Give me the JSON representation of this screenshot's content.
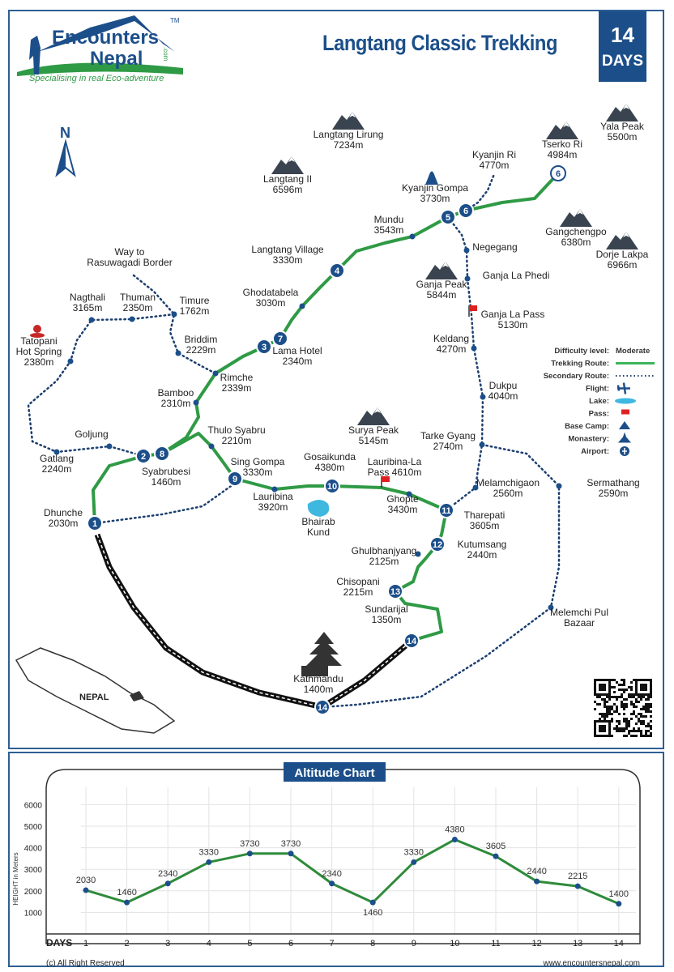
{
  "header": {
    "brand_line1": "Encounters",
    "brand_line2": "Nepal",
    "brand_suffix": ".com",
    "brand_tm": "TM",
    "tagline": "Specialising in real Eco-adventure",
    "title": "Langtang Classic Trekking",
    "days_number": "14",
    "days_label": "DAYS"
  },
  "north_label": "N",
  "legend": {
    "items": [
      {
        "label": "Difficulty level:",
        "value": "Moderate"
      },
      {
        "label": "Trekking Route:",
        "icon": "green-line"
      },
      {
        "label": "Secondary Route:",
        "icon": "dotted-line"
      },
      {
        "label": "Flight:",
        "icon": "airplane-icon"
      },
      {
        "label": "Lake:",
        "icon": "lake-icon"
      },
      {
        "label": "Pass:",
        "icon": "flag-icon"
      },
      {
        "label": "Base Camp:",
        "icon": "tent-icon"
      },
      {
        "label": "Monastery:",
        "icon": "monastery-icon"
      },
      {
        "label": "Airport:",
        "icon": "airport-icon"
      }
    ]
  },
  "colors": {
    "brand_blue": "#1c4f8a",
    "route_green": "#2f9a45",
    "marker_blue": "#1c4f8a",
    "pass_red": "#e02020",
    "lake": "#3fb8e0"
  },
  "places": [
    {
      "name": "Way to",
      "alt": "Rasuwagadi Border"
    },
    {
      "name": "Nagthali",
      "alt": "3165m"
    },
    {
      "name": "Thuman",
      "alt": "2350m"
    },
    {
      "name": "Timure",
      "alt": "1762m"
    },
    {
      "name": "Briddim",
      "alt": "2229m"
    },
    {
      "name": "Tatopani",
      "alt": "Hot Spring",
      "alt2": "2380m"
    },
    {
      "name": "Rimche",
      "alt": "2339m"
    },
    {
      "name": "Bamboo",
      "alt": "2310m"
    },
    {
      "name": "Goljung",
      "alt": ""
    },
    {
      "name": "Gatlang",
      "alt": "2240m"
    },
    {
      "name": "Thulo Syabru",
      "alt": "2210m"
    },
    {
      "name": "Sing Gompa",
      "alt": "3330m"
    },
    {
      "name": "Lauribina",
      "alt": "3920m"
    },
    {
      "name": "Gosaikunda",
      "alt": "4380m"
    },
    {
      "name": "Lauribina-La",
      "alt": "Pass 4610m"
    },
    {
      "name": "Ghopte",
      "alt": "3430m"
    },
    {
      "name": "Tharepati",
      "alt": "3605m"
    },
    {
      "name": "Melamchigaon",
      "alt": "2560m"
    },
    {
      "name": "Sermathang",
      "alt": "2590m"
    },
    {
      "name": "Tarke Gyang",
      "alt": "2740m"
    },
    {
      "name": "Dukpu",
      "alt": "4040m"
    },
    {
      "name": "Keldang",
      "alt": "4270m"
    },
    {
      "name": "Ganja La Pass",
      "alt": "5130m"
    },
    {
      "name": "Ganja La Phedi",
      "alt": ""
    },
    {
      "name": "Negegang",
      "alt": ""
    },
    {
      "name": "Ganja Peak",
      "alt": "5844m"
    },
    {
      "name": "Kutumsang",
      "alt": "2440m"
    },
    {
      "name": "Ghulbhanjyang",
      "alt": "2125m"
    },
    {
      "name": "Chisopani",
      "alt": "2215m"
    },
    {
      "name": "Sundarijal",
      "alt": "1350m"
    },
    {
      "name": "Kathmandu",
      "alt": "1400m"
    },
    {
      "name": "Melemchi Pul",
      "alt": "Bazaar"
    },
    {
      "name": "Dhunche",
      "alt": "2030m"
    },
    {
      "name": "Syabrubesi",
      "alt": "1460m"
    },
    {
      "name": "Lama Hotel",
      "alt": "2340m"
    },
    {
      "name": "Ghodatabela",
      "alt": "3030m"
    },
    {
      "name": "Langtang Village",
      "alt": "3330m"
    },
    {
      "name": "Mundu",
      "alt": "3543m"
    },
    {
      "name": "Kyanjin Gompa",
      "alt": "3730m"
    },
    {
      "name": "Kyanjin Ri",
      "alt": "4770m"
    },
    {
      "name": "Tserko Ri",
      "alt": "4984m"
    },
    {
      "name": "Yala Peak",
      "alt": "5500m"
    },
    {
      "name": "Gangchengpo",
      "alt": "6380m"
    },
    {
      "name": "Dorje Lakpa",
      "alt": "6966m"
    },
    {
      "name": "Langtang Lirung",
      "alt": "7234m"
    },
    {
      "name": "Langtang II",
      "alt": "6596m"
    },
    {
      "name": "Surya Peak",
      "alt": "5145m"
    },
    {
      "name": "Bhairab",
      "alt": "Kund"
    }
  ],
  "day_markers": [
    "1",
    "2",
    "8",
    "3",
    "7",
    "4",
    "5",
    "6",
    "6",
    "9",
    "10",
    "11",
    "12",
    "13",
    "14",
    "14"
  ],
  "inset_label": "NEPAL",
  "chart_data": {
    "type": "line",
    "title": "Altitude Chart",
    "xlabel": "DAYS",
    "ylabel": "HEIGHT in Meters",
    "categories": [
      "1",
      "2",
      "3",
      "4",
      "5",
      "6",
      "7",
      "8",
      "9",
      "10",
      "11",
      "12",
      "13",
      "14"
    ],
    "values": [
      2030,
      1460,
      2340,
      3330,
      3730,
      3730,
      2340,
      1460,
      3330,
      4380,
      3605,
      2440,
      2215,
      1400
    ],
    "yticks": [
      "1000",
      "2000",
      "3000",
      "4000",
      "5000",
      "6000"
    ],
    "ylim": [
      0,
      7000
    ],
    "grid": true,
    "line_color": "#2e8b3a",
    "marker_color": "#1c4f8a"
  },
  "footer": {
    "copyright": "(c) All Right Reserved",
    "website": "www.encountersnepal.com"
  }
}
